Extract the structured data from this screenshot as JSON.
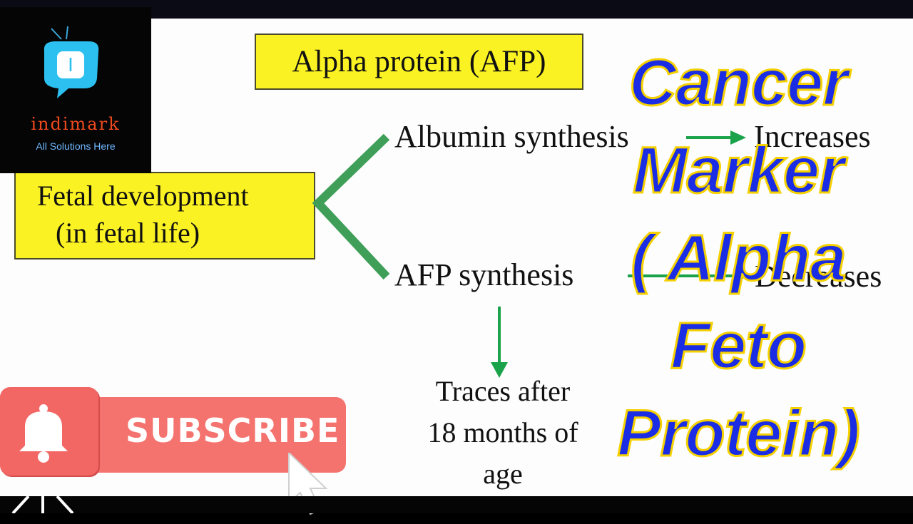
{
  "slide": {
    "title_box": "Alpha protein (AFP)",
    "fetal_box": {
      "line1": "Fetal development",
      "line2": "(in fetal life)"
    },
    "albumin_label": "Albumin synthesis",
    "albumin_result": "Increases",
    "afp_label": "AFP synthesis",
    "afp_result": "Decreases",
    "traces": {
      "line1": "Traces after",
      "line2": "18 months of",
      "line3": "age"
    }
  },
  "logo": {
    "letter": "I",
    "name": "indimark",
    "tagline": "All Solutions Here"
  },
  "overlay_title": {
    "line1": "Cancer",
    "line2": "Marker",
    "line3": "( Alpha",
    "line4": "Feto",
    "line5": "Protein)"
  },
  "subscribe": {
    "label": "SUBSCRIBE",
    "icons": [
      "bell-icon",
      "cursor-icon"
    ]
  },
  "colors": {
    "box_yellow": "#fbf223",
    "arrow_green": "#1aa34a",
    "branch_green": "#3f9f58",
    "title_blue": "#1a2ce4",
    "title_outline": "#f5d100",
    "subscribe_red": "#f4736f"
  }
}
